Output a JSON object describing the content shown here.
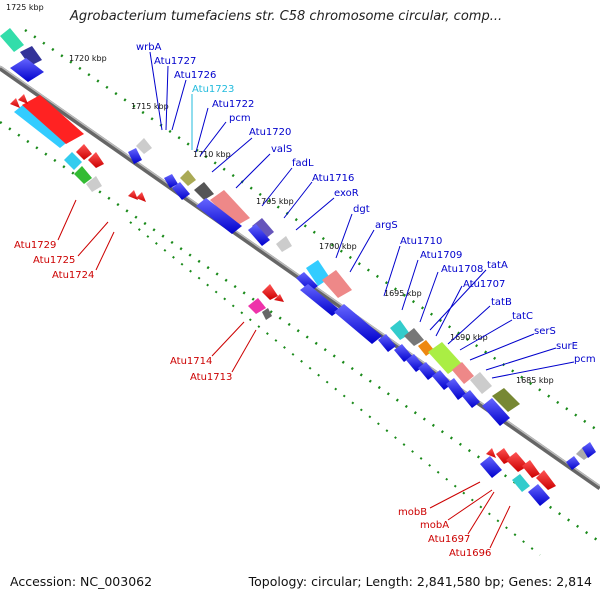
{
  "title": "Agrobacterium tumefaciens str. C58 chromosome circular, comp...",
  "footer": {
    "accession": "Accession: NC_003062",
    "summary": "Topology: circular; Length: 2,841,580 bp; Genes: 2,814"
  },
  "kbp_ticks": [
    "1725 kbp",
    "1720 kbp",
    "1715 kbp",
    "1710 kbp",
    "1705 kbp",
    "1700 kbp",
    "1695 kbp",
    "1690 kbp",
    "1685 kbp"
  ],
  "labels_top": [
    "wrbA",
    "Atu1727",
    "Atu1726",
    "Atu1723",
    "Atu1722",
    "pcm",
    "Atu1720",
    "valS",
    "fadL",
    "Atu1716",
    "exoR",
    "dgt",
    "argS",
    "Atu1710",
    "Atu1709",
    "Atu1708",
    "tatA",
    "Atu1707",
    "tatB",
    "tatC",
    "serS",
    "surE",
    "pcm"
  ],
  "labels_bottom": [
    "Atu1729",
    "Atu1725",
    "Atu1724",
    "Atu1714",
    "Atu1713",
    "mobB",
    "mobA",
    "Atu1697",
    "Atu1696"
  ],
  "colors": {
    "label_blue": "#0000cc",
    "label_cyan": "#22bbdd",
    "label_red": "#cc0000",
    "backbone": "#888888",
    "gene_blue": "#1a1aee",
    "gene_red": "#ee1111",
    "tick_green": "#1a8a1a"
  }
}
